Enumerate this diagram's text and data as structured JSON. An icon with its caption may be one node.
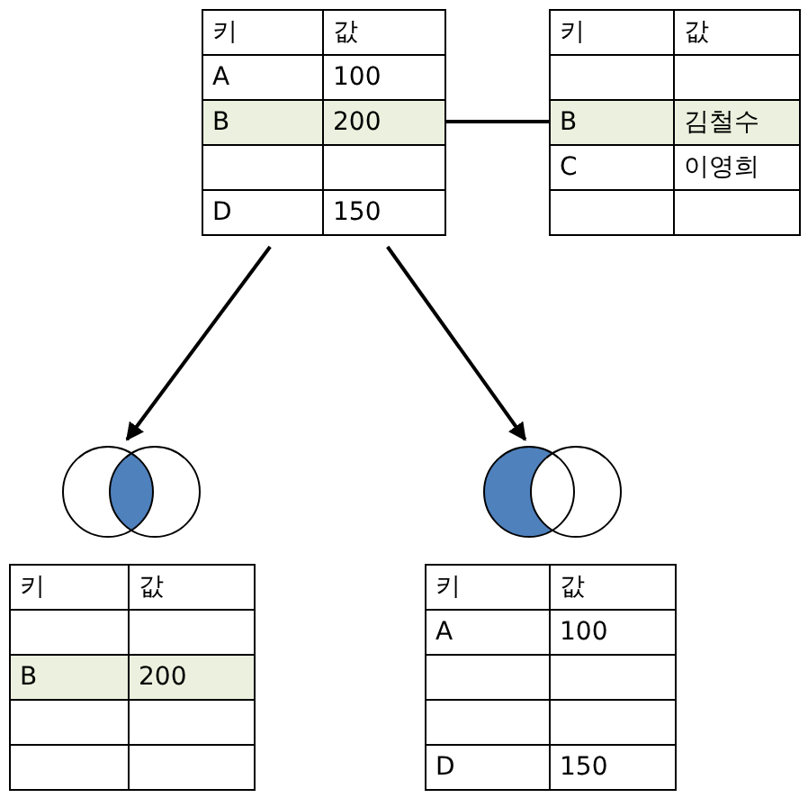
{
  "diagram": {
    "nodes": [
      {
        "text": [],
        "shape": "box"
      },
      {
        "text": [
          "키",
          "값"
        ],
        "in": 0
      },
      {
        "text": [
          "A",
          "100"
        ],
        "in": 0
      },
      {
        "text": [
          "B",
          "200"
        ],
        "in": 0
      },
      {
        "text": [],
        "shape": "box",
        "in": 0
      },
      {
        "text": [
          "D",
          "150"
        ],
        "in": 0
      },
      {
        "text": [],
        "shape": "box"
      },
      {
        "text": [
          "키",
          "값"
        ],
        "in": 6
      },
      {
        "text": [],
        "shape": "box",
        "in": 6
      },
      {
        "text": [
          "B",
          "김철수"
        ],
        "in": 6
      },
      {
        "text": [
          "C",
          "이영희"
        ],
        "in": 6
      },
      {
        "text": [],
        "shape": "box",
        "in": 6
      },
      {
        "text": [],
        "shape": "circle"
      },
      {
        "text": [],
        "shape": "circle"
      },
      {
        "text": [],
        "shape": "box"
      },
      {
        "text": [
          "키",
          "값"
        ],
        "in": 14
      },
      {
        "text": [],
        "shape": "box",
        "in": 14
      },
      {
        "text": [
          "B",
          "200"
        ],
        "in": 14
      },
      {
        "text": [],
        "shape": "box",
        "in": 14
      },
      {
        "text": [],
        "shape": "box",
        "in": 14
      },
      {
        "text": [],
        "shape": "box"
      },
      {
        "text": [
          "키",
          "값"
        ],
        "in": 20
      },
      {
        "text": [
          "A",
          "100"
        ],
        "in": 20
      },
      {
        "text": [],
        "shape": "box",
        "in": 20
      },
      {
        "text": [],
        "shape": "box",
        "in": 20
      },
      {
        "text": [
          "D",
          "150"
        ],
        "in": 20
      }
    ],
    "edges": [
      {
        "from": 3,
        "to": 9,
        "arrow": "none"
      },
      {
        "from": 0,
        "to": 12,
        "arrow": "to"
      },
      {
        "from": 0,
        "to": 13,
        "arrow": "to"
      }
    ]
  }
}
